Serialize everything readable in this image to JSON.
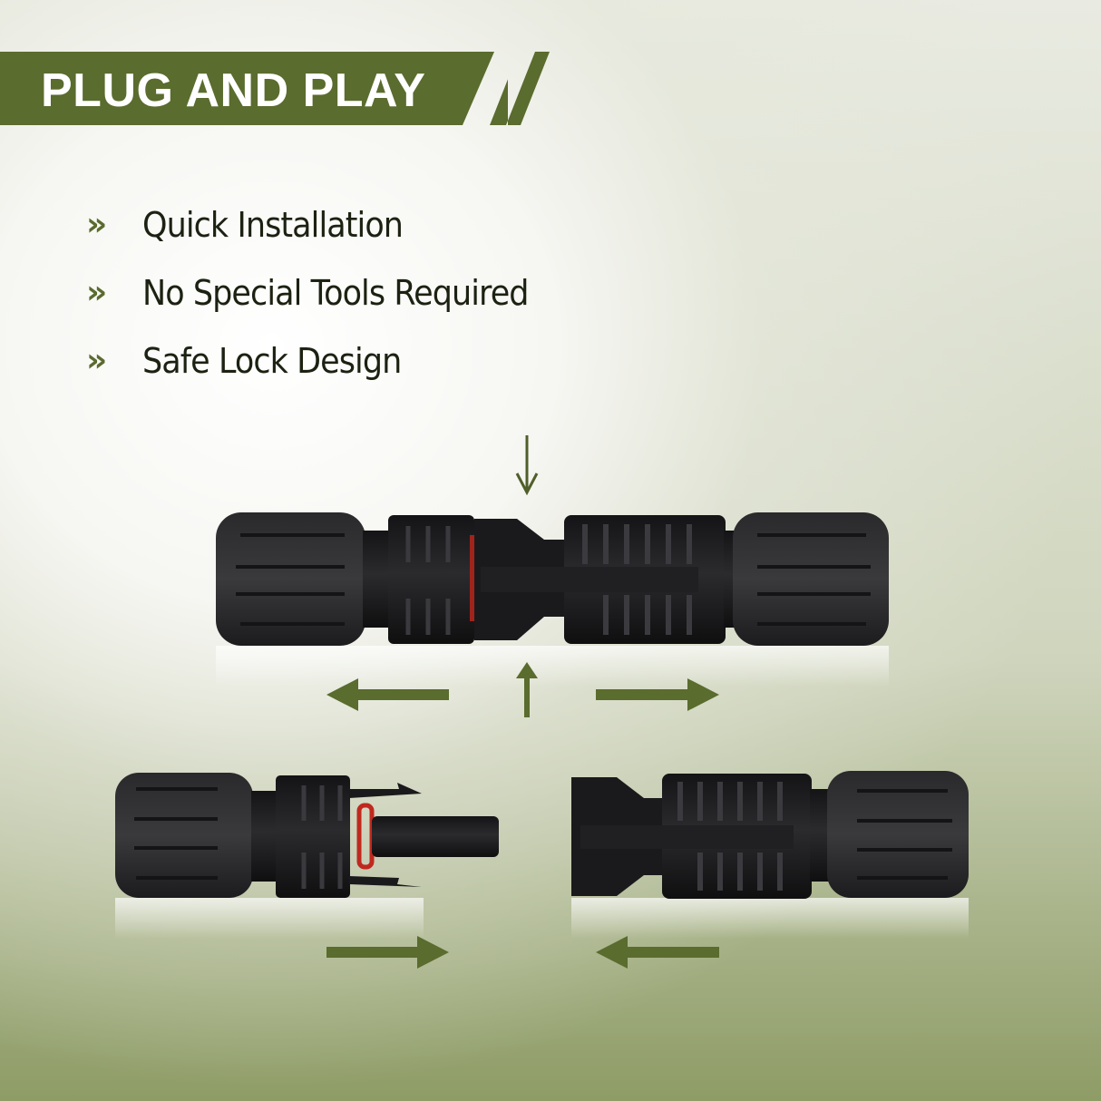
{
  "banner": {
    "title": "PLUG AND PLAY"
  },
  "features": [
    {
      "icon": "double-chevron-right-icon",
      "label": "Quick Installation"
    },
    {
      "icon": "double-chevron-right-icon",
      "label": "No Special Tools Required"
    },
    {
      "icon": "double-chevron-right-icon",
      "label": "Safe Lock Design"
    }
  ],
  "colors": {
    "accent": "#5a6c2e",
    "text": "#1c2212",
    "connector": "#1b1b1d",
    "oring": "#c0281e"
  }
}
